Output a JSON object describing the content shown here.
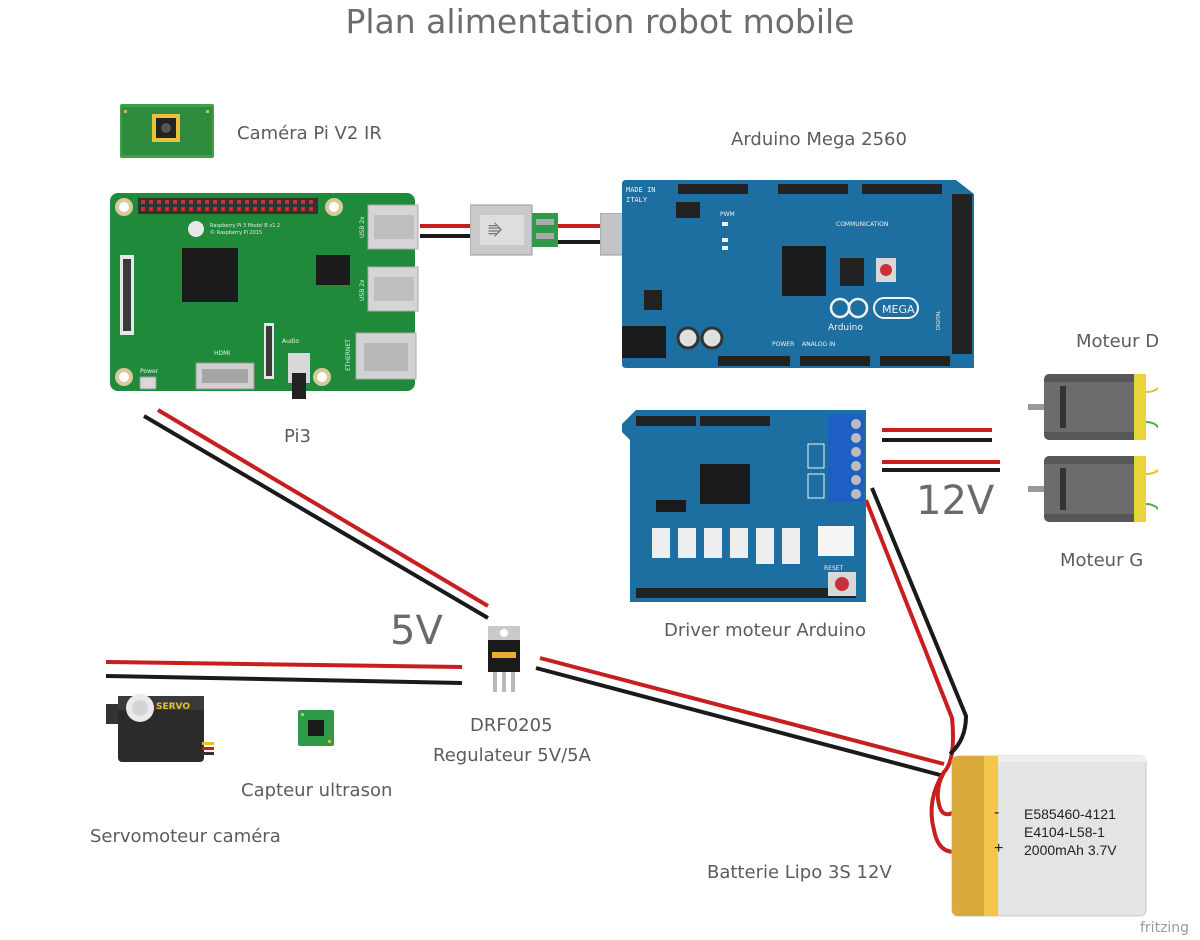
{
  "title": "Plan alimentation robot mobile",
  "labels": {
    "camera": "Caméra Pi V2 IR",
    "arduino": "Arduino Mega 2560",
    "pi": "Pi3",
    "motor_right": "Moteur D",
    "motor_left": "Moteur G",
    "driver": "Driver moteur Arduino",
    "regulator_1": "DRF0205",
    "regulator_2": "Regulateur 5V/5A",
    "ultrasonic": "Capteur ultrason",
    "servo": "Servomoteur caméra",
    "battery": "Batterie Lipo 3S 12V"
  },
  "voltages": {
    "v5": "5V",
    "v12": "12V"
  },
  "battery_print": {
    "line1": "E585460-4121",
    "line2": "E4104-L58-1",
    "line3": "2000mAh 3.7V",
    "minus": "-",
    "plus": "+"
  },
  "board_text": {
    "pi_model": "Raspberry Pi 3 Model B v1.2",
    "pi_copyright": "© Raspberry Pi 2015",
    "pi_hdmi": "HDMI",
    "pi_audio": "Audio",
    "pi_power": "Power",
    "pi_ethernet": "ETHERNET",
    "pi_usb": "USB 2x",
    "mega_made_in": "MADE IN",
    "mega_italy": "ITALY",
    "mega_brand": "Arduino",
    "mega_logo": "MEGA",
    "mega_pwm": "PWM",
    "mega_communication": "COMMUNICATION",
    "mega_power": "POWER",
    "mega_analog": "ANALOG IN",
    "mega_digital": "DIGITAL",
    "driver_reset": "RESET",
    "servo_brand": "SERVO"
  },
  "watermark": "fritzing",
  "colors": {
    "pcb_green": "#1f8a3a",
    "arduino_blue": "#1c6fa0",
    "wire_red": "#c81e1e",
    "wire_black": "#1a1a1a",
    "battery_gold": "#e2b53a",
    "battery_grey": "#e4e4e4"
  }
}
